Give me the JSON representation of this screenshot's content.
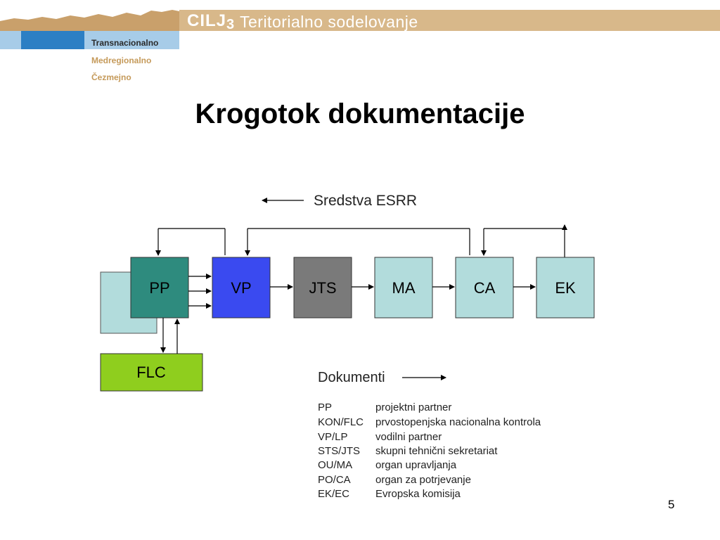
{
  "header": {
    "brand_main": "CILJ",
    "brand_number": "3",
    "brand_title": "Teritorialno sodelovanje",
    "tabs": [
      "Transnacionalno",
      "Medregionalno",
      "Čezmejno"
    ]
  },
  "slide": {
    "title": "Krogotok dokumentacije",
    "page_number": "5"
  },
  "diagram": {
    "funds_label": "Sredstva ESRR",
    "boxes": {
      "pp": "PP",
      "vp": "VP",
      "jts": "JTS",
      "ma": "MA",
      "ca": "CA",
      "ek": "EK",
      "flc": "FLC"
    },
    "colors": {
      "pp": "#2e8b7e",
      "vp": "#3a4af0",
      "jts": "#7a7a7a",
      "light": "#b2dcdc",
      "flc": "#8fce1e"
    }
  },
  "legend": {
    "title": "Dokumenti",
    "items": [
      {
        "abbr": "PP",
        "desc": "projektni partner"
      },
      {
        "abbr": "KON/FLC",
        "desc": "prvostopenjska nacionalna kontrola"
      },
      {
        "abbr": "VP/LP",
        "desc": "vodilni partner"
      },
      {
        "abbr": "STS/JTS",
        "desc": "skupni tehnični sekretariat"
      },
      {
        "abbr": "OU/MA",
        "desc": "organ upravljanja"
      },
      {
        "abbr": "PO/CA",
        "desc": "organ za potrjevanje"
      },
      {
        "abbr": "EK/EC",
        "desc": "Evropska komisija"
      }
    ]
  }
}
